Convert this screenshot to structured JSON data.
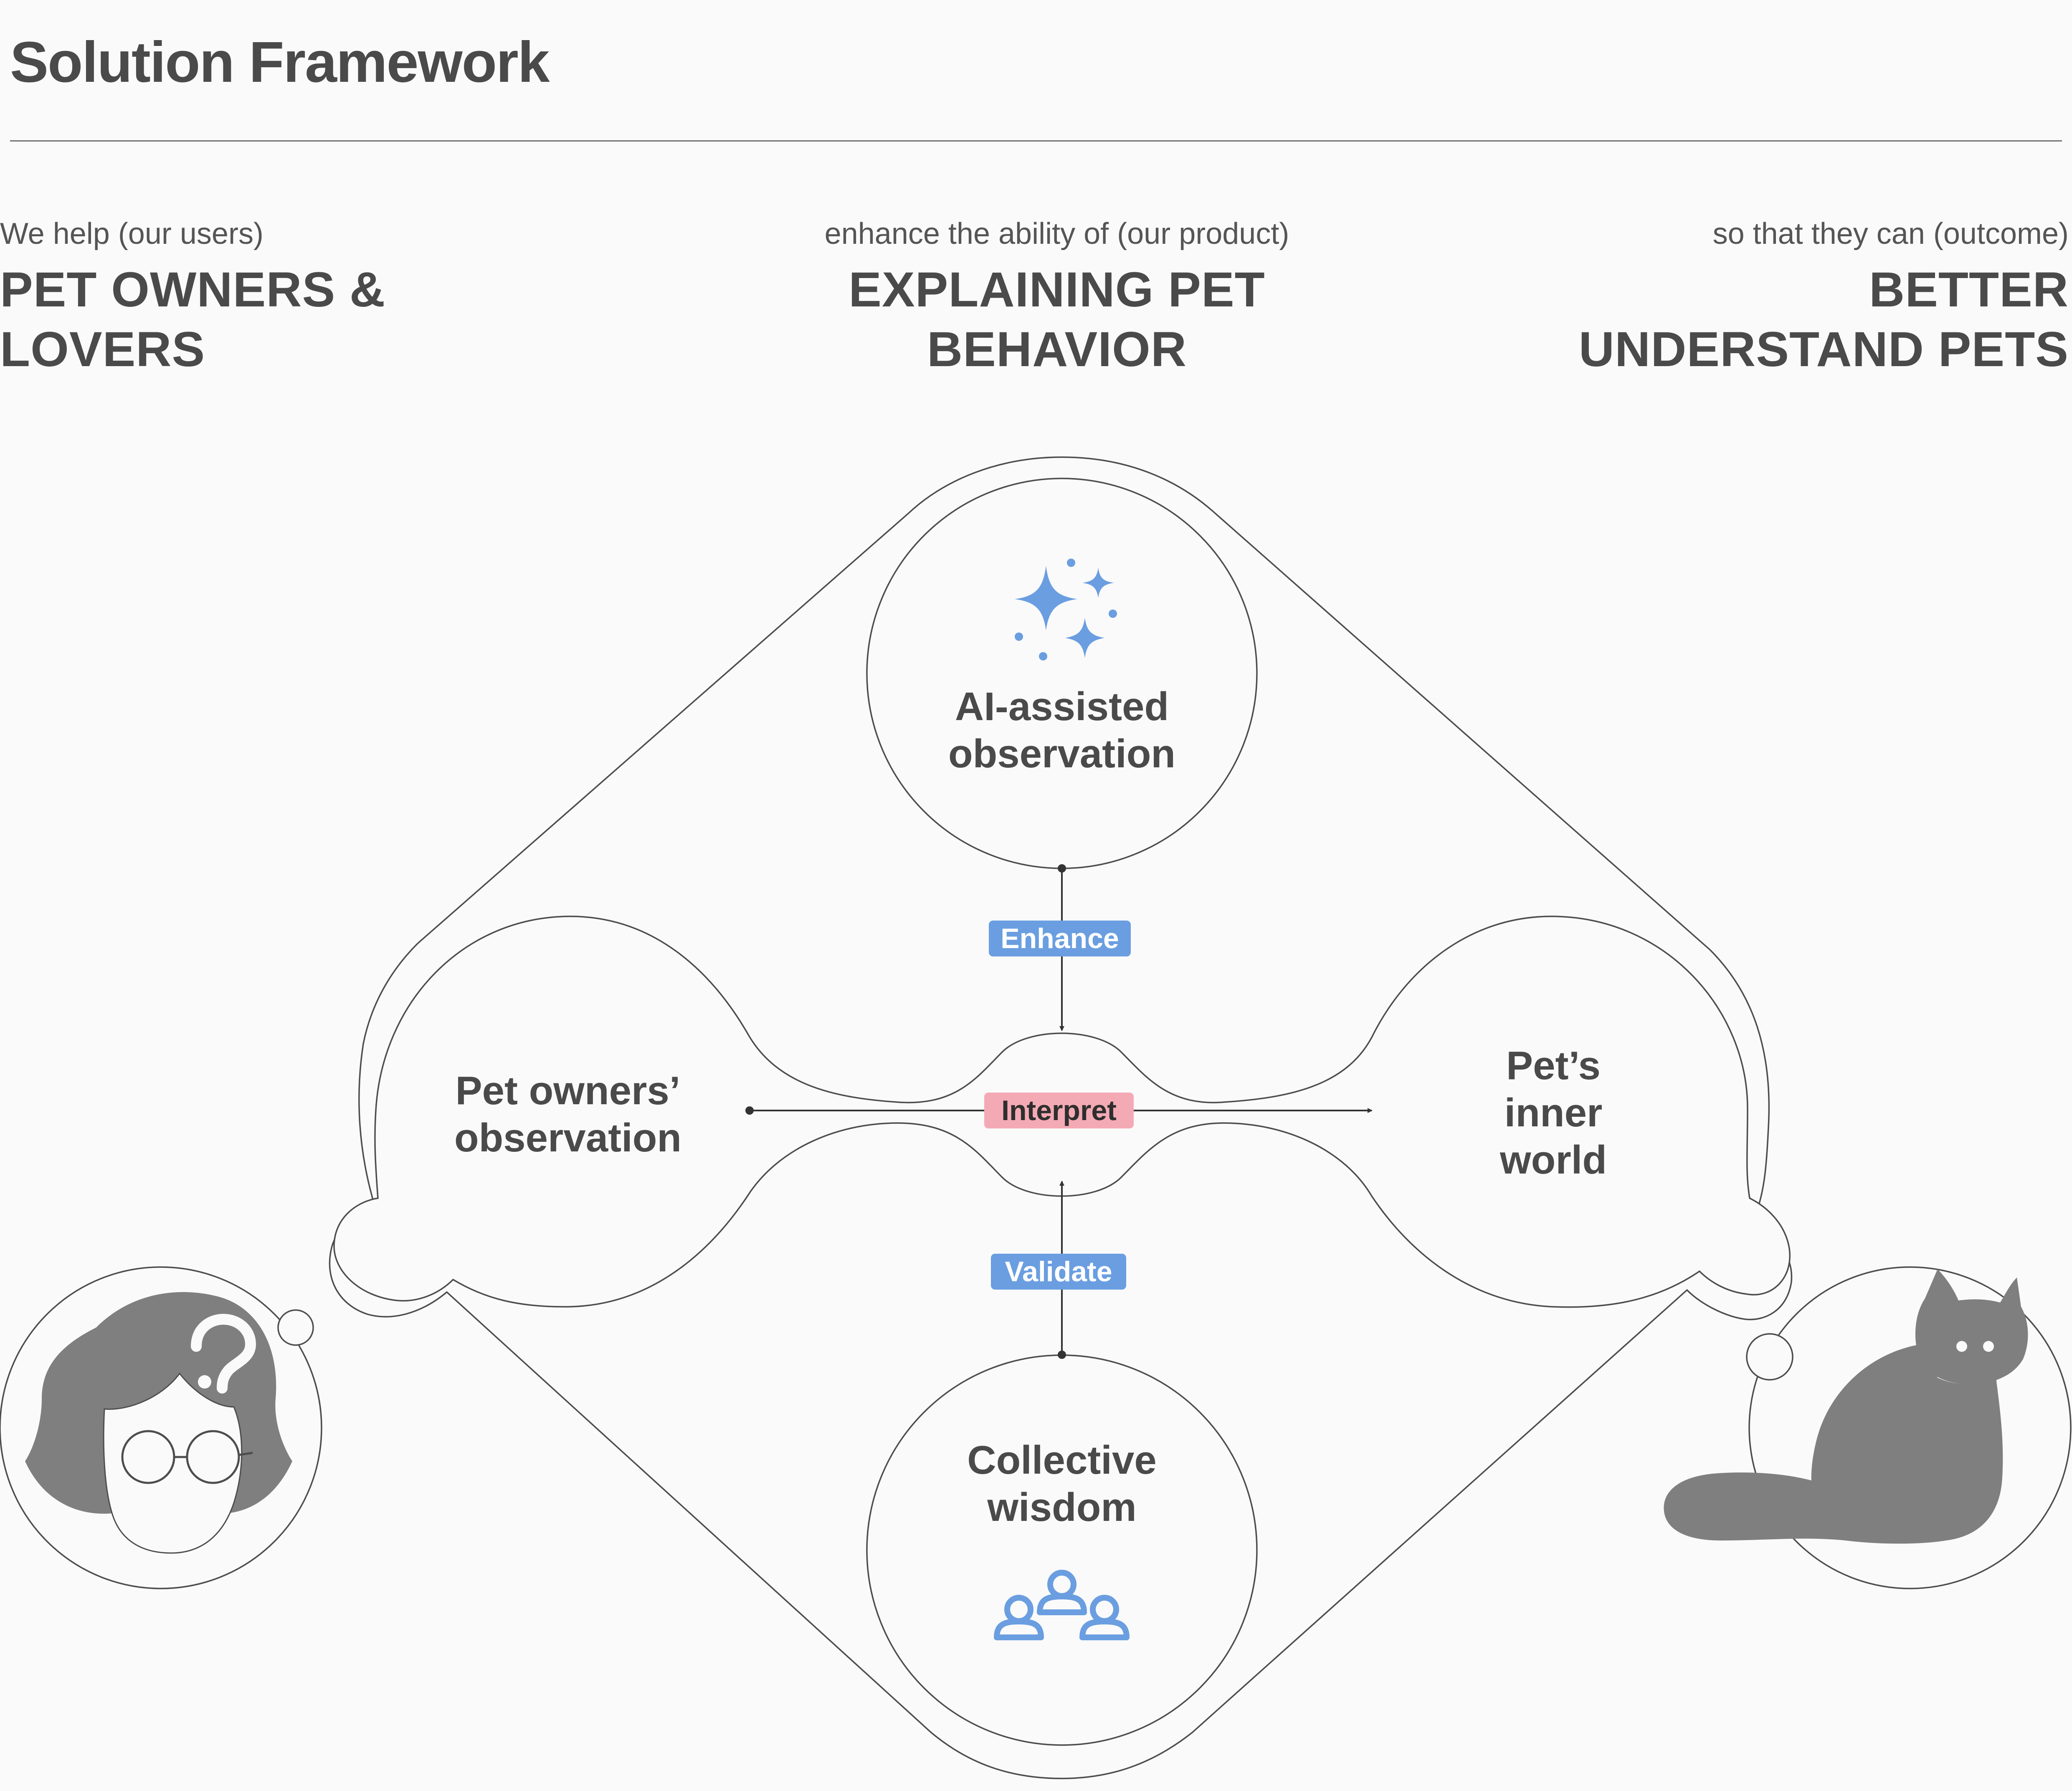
{
  "header": {
    "title": "Solution Framework"
  },
  "columns": [
    {
      "lead": "We help (our users)",
      "headline_line1": "PET OWNERS &",
      "headline_line2": "LOVERS"
    },
    {
      "lead": "enhance the ability of (our product)",
      "headline_line1": "EXPLAINING PET",
      "headline_line2": "BEHAVIOR"
    },
    {
      "lead": "so that they can (outcome)",
      "headline_line1": "BETTER",
      "headline_line2": "UNDERSTAND PETS"
    }
  ],
  "nodes": {
    "ai": {
      "line1": "AI-assisted",
      "line2": "observation",
      "icon": "sparkles-icon"
    },
    "owners": {
      "line1": "Pet owners’",
      "line2": "observation"
    },
    "pet": {
      "line1": "Pet’s",
      "line2": "inner",
      "line3": "world"
    },
    "collective": {
      "line1": "Collective",
      "line2": "wisdom",
      "icon": "people-group-icon"
    }
  },
  "tags": {
    "enhance": "Enhance",
    "interpret": "Interpret",
    "validate": "Validate"
  },
  "avatars": {
    "left": "confused-person-icon",
    "right": "cat-icon"
  },
  "colors": {
    "text": "#4a4a4a",
    "accent_blue": "#6a9ee0",
    "accent_pink": "#f4aab5",
    "outline": "#4d4d4d",
    "silhouette": "#7f7f7f"
  }
}
